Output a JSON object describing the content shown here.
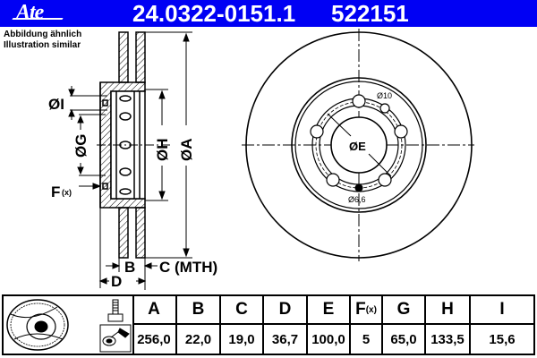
{
  "header": {
    "brand": "Ate",
    "part_number": "24.0322-0151.1",
    "reference_number": "522151",
    "background_color": "#0000f4"
  },
  "note": {
    "line1": "Abbildung ähnlich",
    "line2": "Illustration similar"
  },
  "drawing": {
    "labels": {
      "dia_I": "ØI",
      "dia_G": "ØG",
      "dia_H": "ØH",
      "dia_A": "ØA",
      "F": "F",
      "F_sub": "(x)",
      "B": "B",
      "C": "C (MTH)",
      "D": "D",
      "dia_E": "ØE",
      "hole_10": "Ø10",
      "hole_6_6": "Ø6,6"
    }
  },
  "table": {
    "columns": [
      {
        "key": "A",
        "label": "A",
        "value": "256,0"
      },
      {
        "key": "B",
        "label": "B",
        "value": "22,0"
      },
      {
        "key": "C",
        "label": "C",
        "value": "19,0"
      },
      {
        "key": "D",
        "label": "D",
        "value": "36,7"
      },
      {
        "key": "E",
        "label": "E",
        "value": "100,0"
      },
      {
        "key": "F",
        "label": "F",
        "label_sub": "(x)",
        "value": "5"
      },
      {
        "key": "G",
        "label": "G",
        "value": "65,0"
      },
      {
        "key": "H",
        "label": "H",
        "value": "133,5"
      },
      {
        "key": "I",
        "label": "I",
        "value": "15,6"
      }
    ],
    "icons": [
      "brake-disc-thumbnail-icon",
      "bolt-icon",
      "cleaning-spray-icon"
    ]
  }
}
